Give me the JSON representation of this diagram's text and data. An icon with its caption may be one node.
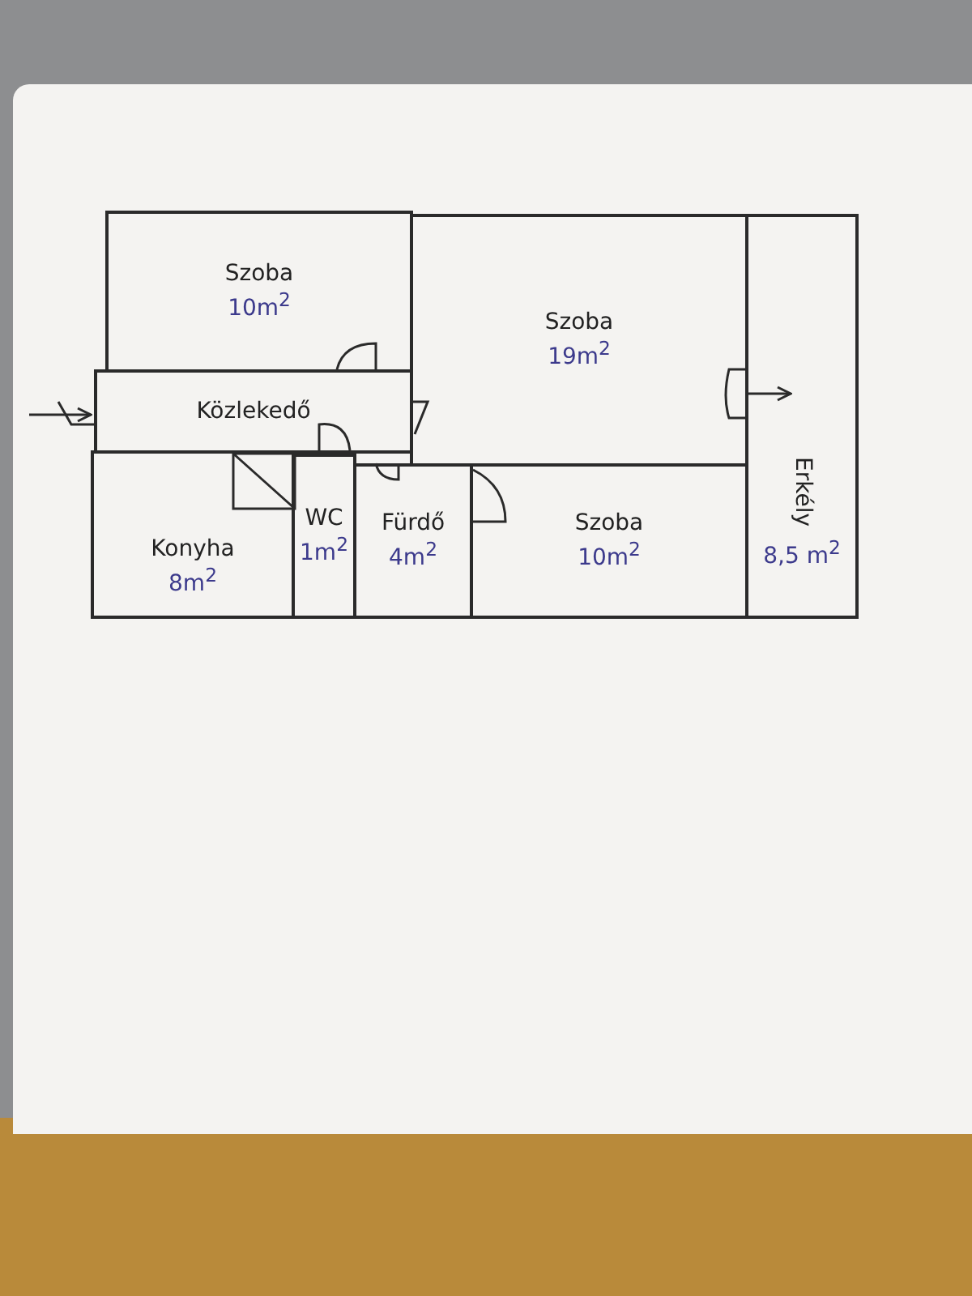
{
  "diagram": {
    "nodes": [
      {
        "text": [
          "Szoba",
          "10m$^{2}$"
        ]
      },
      {
        "text": [
          "Közlekedő"
        ]
      },
      {
        "text": [
          "Szoba",
          "19m$^{2}$"
        ]
      },
      {
        "text": [
          "Erkély",
          "8,5 m$^{2}$"
        ]
      },
      {
        "text": [
          "Konyha",
          "8m$^{2}$"
        ]
      },
      {
        "text": [
          "WC",
          "1m$^{2}$"
        ]
      },
      {
        "text": [
          "Fürdő",
          "4m$^{2}$"
        ]
      },
      {
        "text": [
          "Szoba",
          "10m$^{2}$"
        ]
      }
    ],
    "edges": [
      {
        "from": null,
        "to": 1,
        "arrow": "to"
      },
      {
        "from": 2,
        "to": 3,
        "arrow": "to"
      }
    ]
  }
}
